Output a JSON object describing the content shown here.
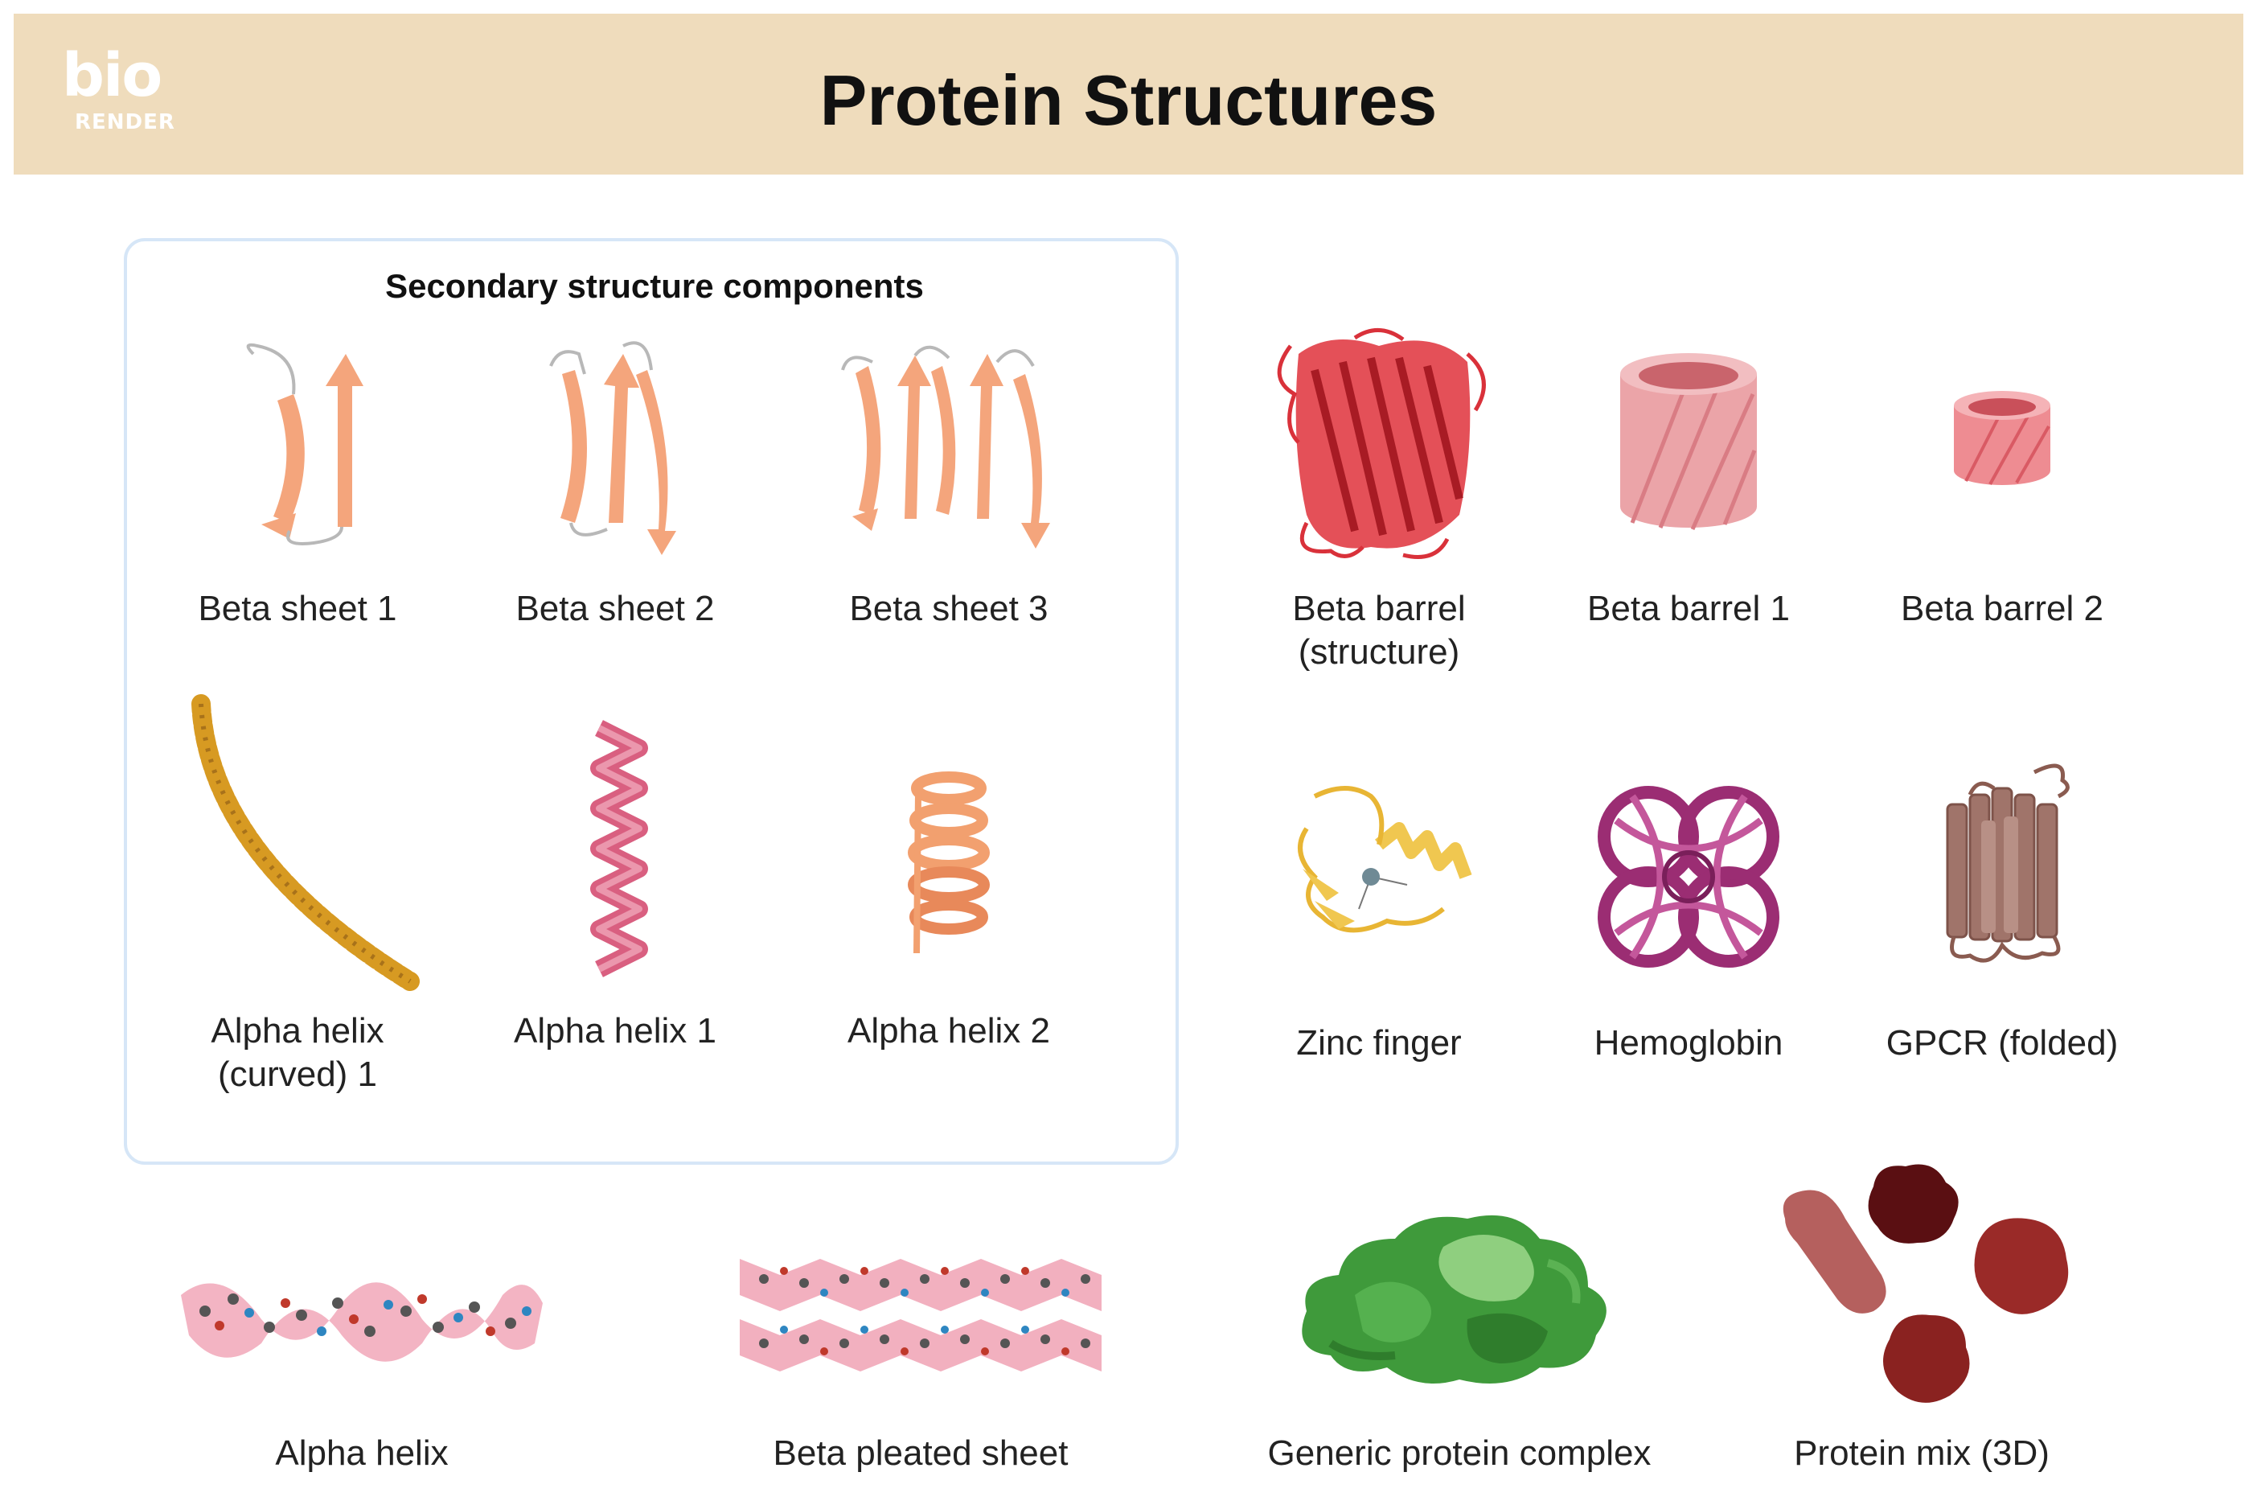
{
  "header": {
    "title": "Protein Structures",
    "logo": {
      "name": "bio",
      "sub": "RENDER"
    }
  },
  "panel": {
    "title": "Secondary structure components",
    "items": [
      {
        "label": "Beta sheet 1"
      },
      {
        "label": "Beta sheet 2"
      },
      {
        "label": "Beta sheet 3"
      },
      {
        "label_line1": "Alpha helix",
        "label_line2": "(curved) 1"
      },
      {
        "label": "Alpha helix 1"
      },
      {
        "label": "Alpha helix 2"
      }
    ]
  },
  "right_items": [
    {
      "label_line1": "Beta barrel",
      "label_line2": "(structure)"
    },
    {
      "label": "Beta barrel 1"
    },
    {
      "label": "Beta barrel 2"
    },
    {
      "label": "Zinc finger"
    },
    {
      "label": "Hemoglobin"
    },
    {
      "label": "GPCR (folded)"
    }
  ],
  "bottom_items": [
    {
      "label": "Alpha helix"
    },
    {
      "label": "Beta pleated sheet"
    },
    {
      "label": "Generic protein complex"
    },
    {
      "label": "Protein mix (3D)"
    }
  ],
  "colors": {
    "header_bg": "#efdcbc",
    "panel_border": "#d6e6f7",
    "beta_sheet": "#f4a57c",
    "helix_gold": "#d79a22",
    "helix_pink": "#d95f80",
    "helix_orange": "#f2a06f",
    "barrel_red": "#d9313a",
    "barrel_pink": "#eba4a8",
    "zinc_yellow": "#f0c750",
    "hemoglobin": "#9b2d73",
    "gpcr": "#a0746a",
    "complex_green": "#3f9a3b",
    "protein_mix_dark": "#6d1414"
  }
}
